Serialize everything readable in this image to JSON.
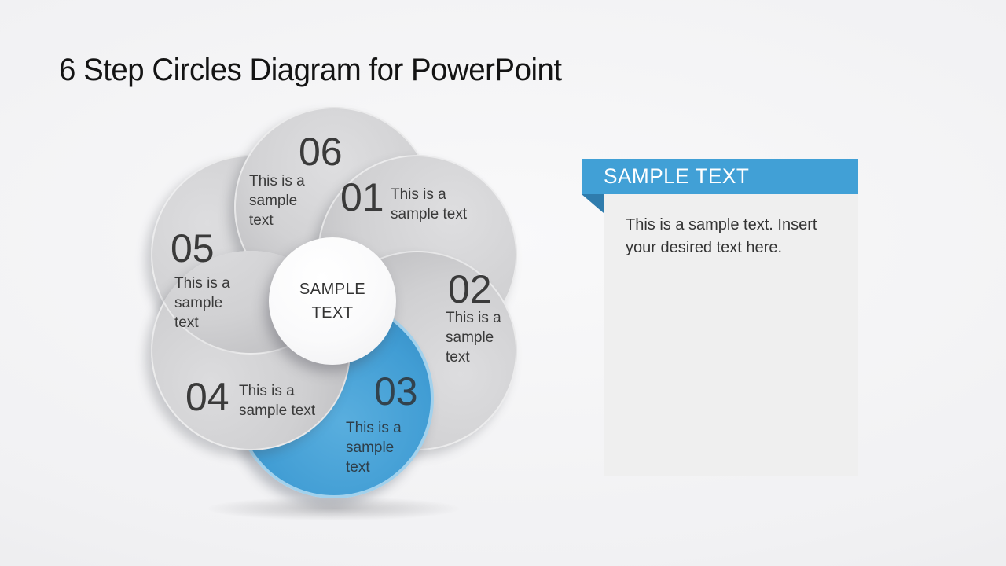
{
  "slide": {
    "title": "6 Step Circles Diagram for PowerPoint"
  },
  "diagram": {
    "center_label": "SAMPLE TEXT",
    "steps": [
      {
        "number": "01",
        "text": "This is a sample text",
        "highlighted": false
      },
      {
        "number": "02",
        "text": "This is a sample text",
        "highlighted": false
      },
      {
        "number": "03",
        "text": "This is a sample text",
        "highlighted": true
      },
      {
        "number": "04",
        "text": "This is a sample text",
        "highlighted": false
      },
      {
        "number": "05",
        "text": "This is a sample text",
        "highlighted": false
      },
      {
        "number": "06",
        "text": "This is a sample text",
        "highlighted": false
      }
    ]
  },
  "callout": {
    "title": "SAMPLE TEXT",
    "body": "This is a sample text. Insert your desired text here."
  },
  "colors": {
    "accent_blue": "#41A0D6",
    "accent_blue_dark": "#2F7CAD",
    "petal_gray": "#CFCFD1",
    "text_dark": "#3A3A3A"
  }
}
